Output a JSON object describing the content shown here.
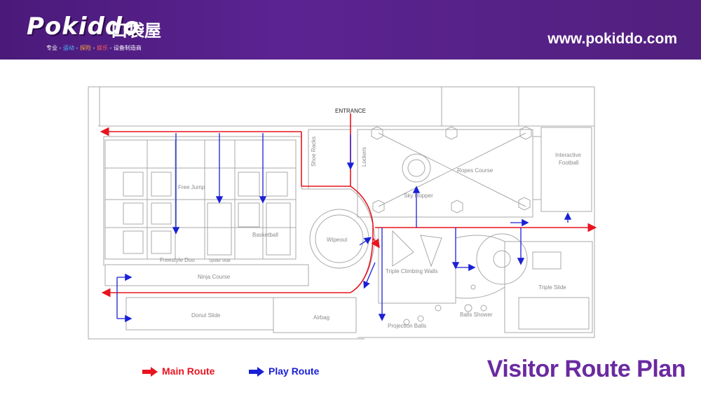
{
  "header": {
    "logo_text": "Pokiddo",
    "logo_cn": "口袋屋",
    "tagline_parts": [
      "专业 - ",
      "运动",
      " - ",
      "探险",
      " - ",
      "娱乐",
      " - 设备制造商"
    ],
    "website": "www.pokiddo.com"
  },
  "plan_labels": {
    "entrance": "ENTRANCE",
    "shoe_racks": "Shoe Racks",
    "lockers": "Lockers",
    "free_jump": "Free Jump",
    "basketball": "Basketball",
    "freestyle_duo": "Freestyle Duo",
    "spider_wall": "Spider Wall",
    "ninja": "Ninja Course",
    "wipeout": "Wipeout",
    "sky_hopper": "Sky Hopper",
    "ropes_course": "Ropes Course",
    "interactive_football_1": "Interactive",
    "interactive_football_2": "Football",
    "triple_climbing_walls": "Triple Climbing Walls",
    "triple_slide": "Triple Slide",
    "balls_shower": "Balls Shower",
    "projection_balls": "Projection Balls",
    "donut_slide": "Donut Slide",
    "airbag": "Airbag"
  },
  "legend": {
    "main_route": "Main Route",
    "play_route": "Play Route",
    "main_color": "#e8141f",
    "play_color": "#1a20d6"
  },
  "title": "Visitor Route Plan"
}
